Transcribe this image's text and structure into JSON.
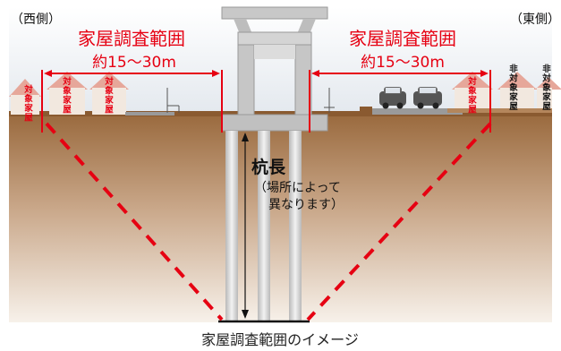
{
  "labels": {
    "west": "（西側）",
    "east": "（東側）",
    "survey_range": "家屋調査範囲",
    "distance": "約15～30m",
    "pile_length": "杭長",
    "pile_note_line1": "（場所によって",
    "pile_note_line2": "異なります）",
    "caption": "家屋調査範囲のイメージ"
  },
  "houses": {
    "target": "対象家屋",
    "non_target": "非対象家屋"
  },
  "colors": {
    "survey_red": "#e60012",
    "sky_top": "#e8ecf2",
    "ground_top": "#9a6a3e",
    "ground_bottom": "#f4ece2",
    "pier": "#c8c8c8",
    "house_roof": "#e6a79a",
    "house_wall": "#f2e8df"
  }
}
